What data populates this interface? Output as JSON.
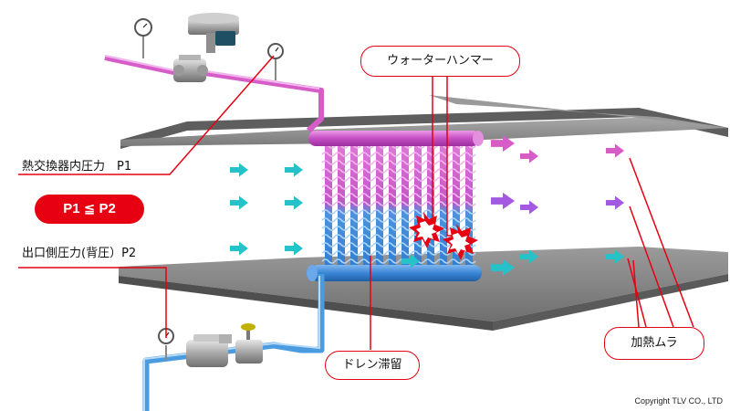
{
  "labels": {
    "p1": "熱交換器内圧力　P1",
    "condition": "P1 ≦ P2",
    "p2": "出口側圧力(背圧）P2",
    "water_hammer": "ウォーターハンマー",
    "drain": "ドレン滞留",
    "uneven_heating": "加熱ムラ"
  },
  "copyright": "Copyright TLV CO., LTD",
  "colors": {
    "accent": "#e60012",
    "steam": "#d65cc8",
    "condensate": "#3a86d4",
    "airflow_in": "#27c1c9",
    "airflow_out": "#a35ae0",
    "duct": "#8d8d8d"
  }
}
